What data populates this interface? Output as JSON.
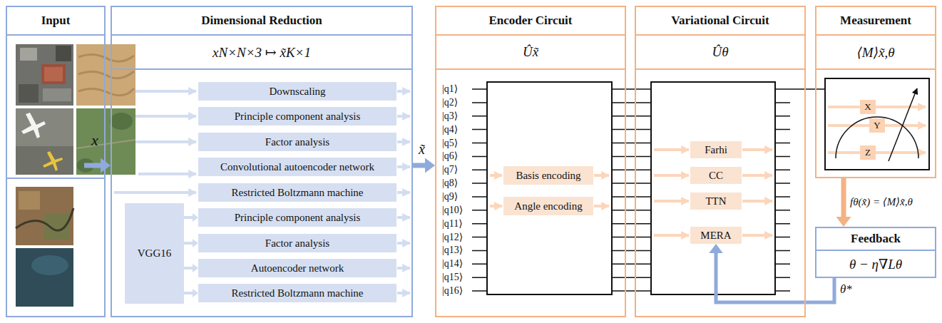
{
  "diagram": {
    "nodes": [
      {
        "text": [
          "Input"
        ]
      },
      {
        "text": [
          "Dimensional Reduction",
          "xN×N×3 ↦ x̃K×1"
        ]
      },
      {
        "text": [
          "Downscaling"
        ],
        "in": 1
      },
      {
        "text": [
          "Principle component analysis"
        ],
        "in": 1
      },
      {
        "text": [
          "Factor analysis"
        ],
        "in": 1
      },
      {
        "text": [
          "Convolutional autoencoder network"
        ],
        "in": 1
      },
      {
        "text": [
          "Restricted Boltzmann machine"
        ],
        "in": 1
      },
      {
        "text": [
          "VGG16"
        ],
        "in": 1
      },
      {
        "text": [
          "Principle component analysis"
        ],
        "in": 1
      },
      {
        "text": [
          "Factor analysis"
        ],
        "in": 1
      },
      {
        "text": [
          "Autoencoder network"
        ],
        "in": 1
      },
      {
        "text": [
          "Restricted Boltzmann machine"
        ],
        "in": 1
      },
      {
        "text": [
          "Encoder Circuit",
          "Ûx̃"
        ]
      },
      {
        "text": [
          "Basis encoding"
        ],
        "in": 12
      },
      {
        "text": [
          "Angle encoding"
        ],
        "in": 12
      },
      {
        "text": [
          "Variational Circuit",
          "Ûθ"
        ]
      },
      {
        "text": [
          "Farhi"
        ],
        "in": 15
      },
      {
        "text": [
          "CC"
        ],
        "in": 15
      },
      {
        "text": [
          "TTN"
        ],
        "in": 15
      },
      {
        "text": [
          "MERA"
        ],
        "in": 15
      },
      {
        "text": [
          "Measurement",
          "⟨M⟩x̃,θ"
        ]
      },
      {
        "text": [
          "X"
        ],
        "in": 20
      },
      {
        "text": [
          "Y"
        ],
        "in": 20
      },
      {
        "text": [
          "Z"
        ],
        "in": 20
      },
      {
        "text": [
          "Feedback",
          "θ − η∇Lθ"
        ]
      }
    ],
    "edges": [
      {
        "from": 0,
        "to": 1,
        "arrow": "to"
      },
      {
        "from": 1,
        "to": 12,
        "label": "x̃",
        "arrow": "to"
      },
      {
        "from": 7,
        "to": 8,
        "arrow": "to"
      },
      {
        "from": 7,
        "to": 9,
        "arrow": "to"
      },
      {
        "from": 7,
        "to": 10,
        "arrow": "to"
      },
      {
        "from": 7,
        "to": 11,
        "arrow": "to"
      },
      {
        "from": 20,
        "to": 24,
        "label": "fθ(x̃) = ⟨M⟩x̃,θ",
        "arrow": "to"
      },
      {
        "from": 24,
        "to": 19,
        "label": "θ*",
        "arrow": "to"
      }
    ],
    "labels": [
      "x",
      "|q1⟩",
      "|q2⟩",
      "|q3⟩",
      "|q4⟩",
      "|q5⟩",
      "|q6⟩",
      "|q7⟩",
      "|q8⟩",
      "|q9⟩",
      "|q10⟩",
      "|q11⟩",
      "|q12⟩",
      "|q13⟩",
      "|q14⟩",
      "|q15⟩",
      "|q16⟩"
    ]
  }
}
